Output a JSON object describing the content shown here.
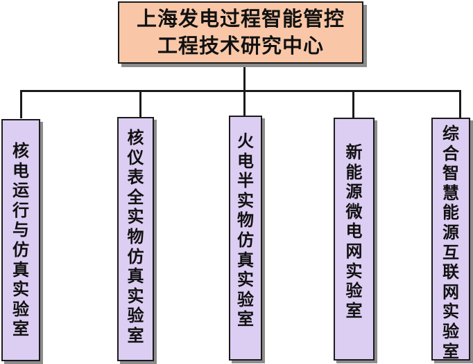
{
  "colors": {
    "title_fill": "#f9c7a7",
    "lab_fill": "#dccdf2",
    "line": "#1a1a1a"
  },
  "title": {
    "line1": "上海发电过程智能管控",
    "line2": "工程技术研究中心"
  },
  "labs": [
    {
      "label": "核电运行与仿真实验室"
    },
    {
      "label": "核仪表全实物仿真实验室"
    },
    {
      "label": "火电半实物仿真实验室"
    },
    {
      "label": "新能源微电网实验室"
    },
    {
      "label": "综合智慧能源互联网实验室"
    }
  ]
}
